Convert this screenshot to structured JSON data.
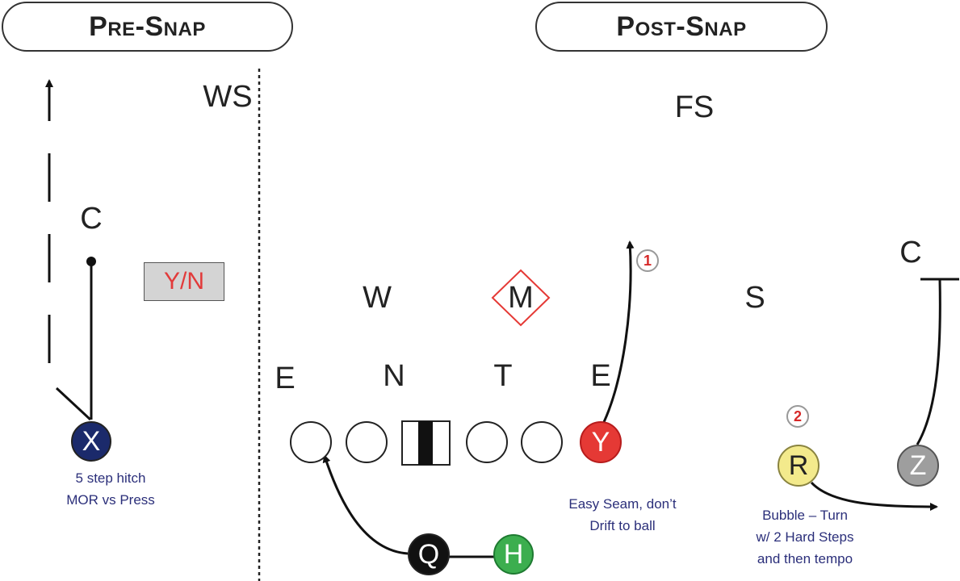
{
  "headers": {
    "pre_snap": "Pre-Snap",
    "post_snap": "Post-Snap"
  },
  "defense_labels": {
    "ws": "WS",
    "fs": "FS",
    "c_left": "C",
    "c_right": "C",
    "w": "W",
    "m": "M",
    "s": "S",
    "e_left": "E",
    "n": "N",
    "t": "T",
    "e_right": "E"
  },
  "yn_box": "Y/N",
  "players": {
    "x": "X",
    "y": "Y",
    "q": "Q",
    "h": "H",
    "r": "R",
    "z": "Z"
  },
  "route_tags": {
    "one": "1",
    "two": "2"
  },
  "notes": {
    "x_line1": "5 step hitch",
    "x_line2": "MOR vs Press",
    "y_line1": "Easy Seam, don’t",
    "y_line2": "Drift to ball",
    "r_line1": "Bubble – Turn",
    "r_line2": "w/ 2 Hard Steps",
    "r_line3": "and then tempo"
  },
  "colors": {
    "x": "#1b2a6b",
    "y": "#e53935",
    "q": "#111111",
    "h": "#3cae4f",
    "r": "#f3ea8c",
    "z": "#9e9e9e",
    "m_diamond": "#e53935",
    "note_text": "#2b2f7a"
  }
}
